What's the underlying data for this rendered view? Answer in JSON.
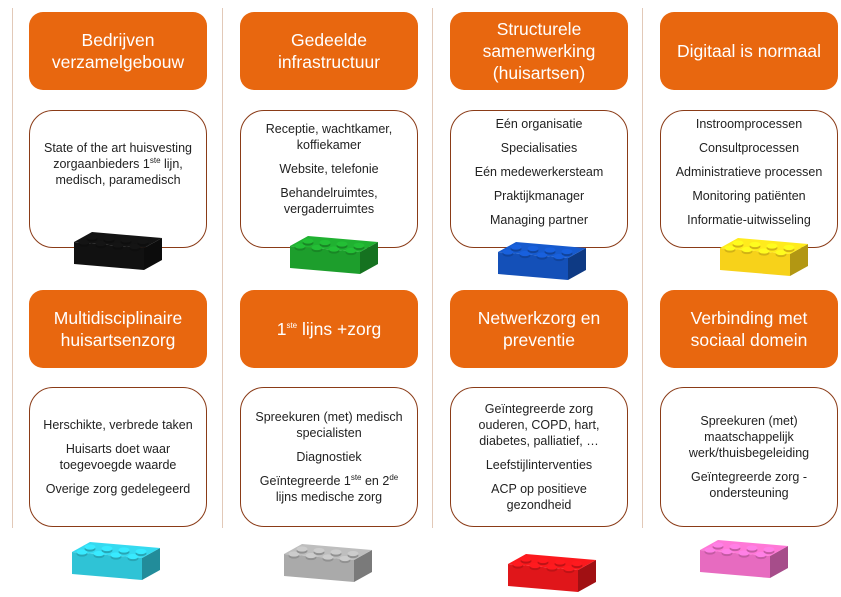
{
  "colors": {
    "header_bg": "#e8670f",
    "header_text": "#ffffff",
    "box_border": "#8a3b17",
    "divider": "#e2c9b8"
  },
  "top_row": [
    {
      "header": "Bedrijven verzamelgebouw",
      "items": [
        "State of the art huisvesting zorgaanbieders 1ste lijn, medisch, paramedisch"
      ],
      "brick_color": "#111111",
      "brick_name": "black-lego-brick"
    },
    {
      "header": "Gedeelde infrastructuur",
      "items": [
        "Receptie, wachtkamer, koffiekamer",
        "Website, telefonie",
        "Behandelruimtes, vergaderruimtes"
      ],
      "brick_color": "#1d9e2c",
      "brick_name": "green-lego-brick"
    },
    {
      "header": "Structurele samenwerking (huisartsen)",
      "items": [
        "Eén organisatie",
        "Specialisaties",
        "Eén medewerkersteam",
        "Praktijkmanager",
        "Managing partner"
      ],
      "brick_color": "#1450b8",
      "brick_name": "blue-lego-brick"
    },
    {
      "header": "Digitaal is normaal",
      "items": [
        "Instroomprocessen",
        "Consultprocessen",
        "Administratieve processen",
        "Monitoring patiënten",
        "Informatie-uitwisseling"
      ],
      "brick_color": "#f7d21a",
      "brick_name": "yellow-lego-brick"
    }
  ],
  "bottom_row": [
    {
      "header": "Multidisciplinaire huisartsenzorg",
      "items": [
        "Herschikte, verbrede taken",
        "Huisarts doet waar toegevoegde waarde",
        "Overige zorg gedelegeerd"
      ],
      "brick_color": "#2fc3d6",
      "brick_name": "cyan-lego-brick"
    },
    {
      "header_pre": "1",
      "header_sup": "ste",
      "header_post": " lijns +zorg",
      "items": [
        "Spreekuren (met) medisch specialisten",
        "Diagnostiek"
      ],
      "last_item_parts": {
        "a": "Geïntegreerde 1",
        "sup1": "ste",
        "b": " en 2",
        "sup2": "de",
        "c": " lijns medische zorg"
      },
      "brick_color": "#aaaaaa",
      "brick_name": "grey-lego-brick"
    },
    {
      "header": "Netwerkzorg en preventie",
      "items": [
        "Geïntegreerde zorg ouderen, COPD, hart, diabetes, palliatief, …",
        "Leefstijlinterventies",
        "ACP op positieve gezondheid"
      ],
      "brick_color": "#e0161a",
      "brick_name": "red-lego-brick"
    },
    {
      "header": "Verbinding met sociaal domein",
      "items": [
        "Spreekuren (met) maatschappelijk werk/thuisbegeleiding",
        "Geïntegreerde zorg - ondersteuning"
      ],
      "brick_color": "#e76bc0",
      "brick_name": "pink-lego-brick"
    }
  ]
}
